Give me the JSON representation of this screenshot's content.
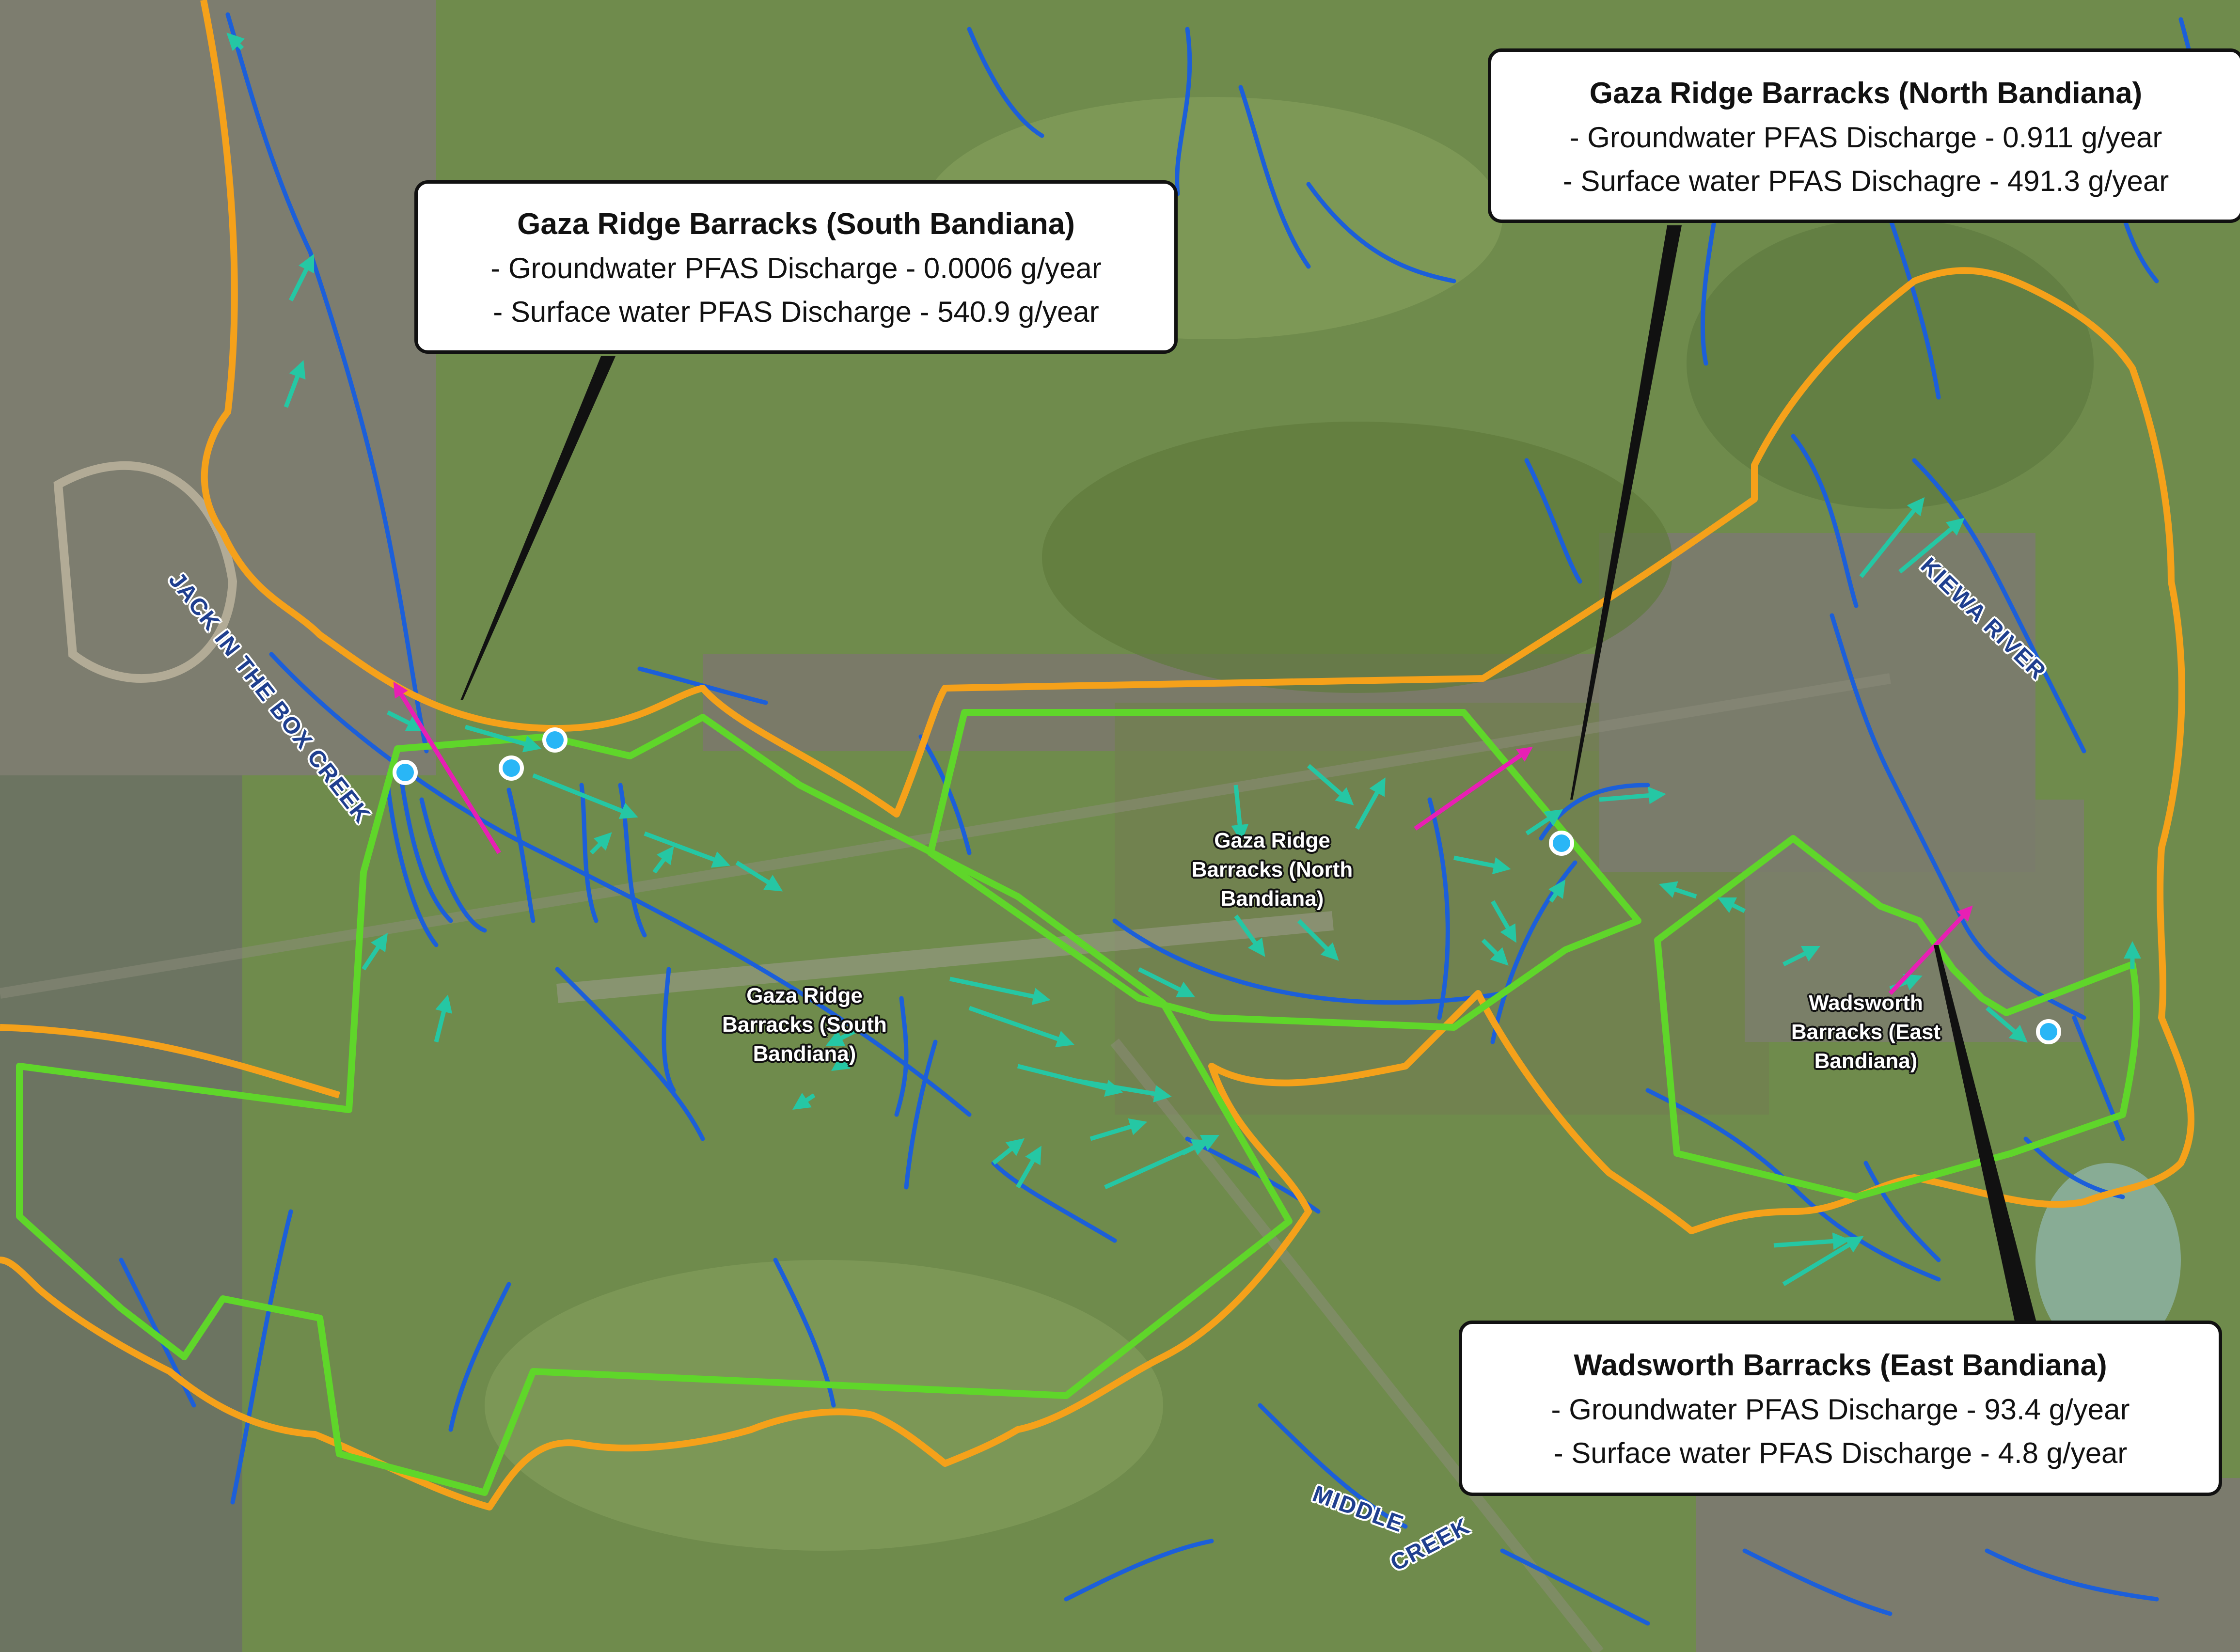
{
  "callouts": {
    "south": {
      "title": "Gaza Ridge Barracks (South Bandiana)",
      "groundwater": "- Groundwater PFAS Discharge - 0.0006 g/year",
      "surface": "- Surface water PFAS Discharge - 540.9 g/year"
    },
    "north": {
      "title": "Gaza Ridge Barracks (North Bandiana)",
      "groundwater": "- Groundwater PFAS Discharge - 0.911 g/year",
      "surface": "- Surface water PFAS Dischagre - 491.3 g/year"
    },
    "east": {
      "title": "Wadsworth Barracks (East Bandiana)",
      "groundwater": "- Groundwater PFAS Discharge - 93.4 g/year",
      "surface": "- Surface water PFAS Discharge - 4.8 g/year"
    }
  },
  "site_labels": {
    "north": [
      "Gaza Ridge",
      "Barracks (North",
      "Bandiana)"
    ],
    "south": [
      "Gaza Ridge",
      "Barracks (South",
      "Bandiana)"
    ],
    "east": [
      "Wadsworth",
      "Barracks (East",
      "Bandiana)"
    ]
  },
  "waterways": {
    "jack": "JACK IN THE BOX CREEK",
    "kiewa": "KIEWA RIVER",
    "middle": "MIDDLE",
    "creek": "CREEK"
  },
  "colors": {
    "site_boundary": "#5fd62a",
    "catchment_boundary": "#f5a11a",
    "drainage": "#1c5fd9",
    "flow_direction": "#25c7a4",
    "discharge_arrow": "#e81fb4",
    "discharge_point": "#29b6f6"
  }
}
